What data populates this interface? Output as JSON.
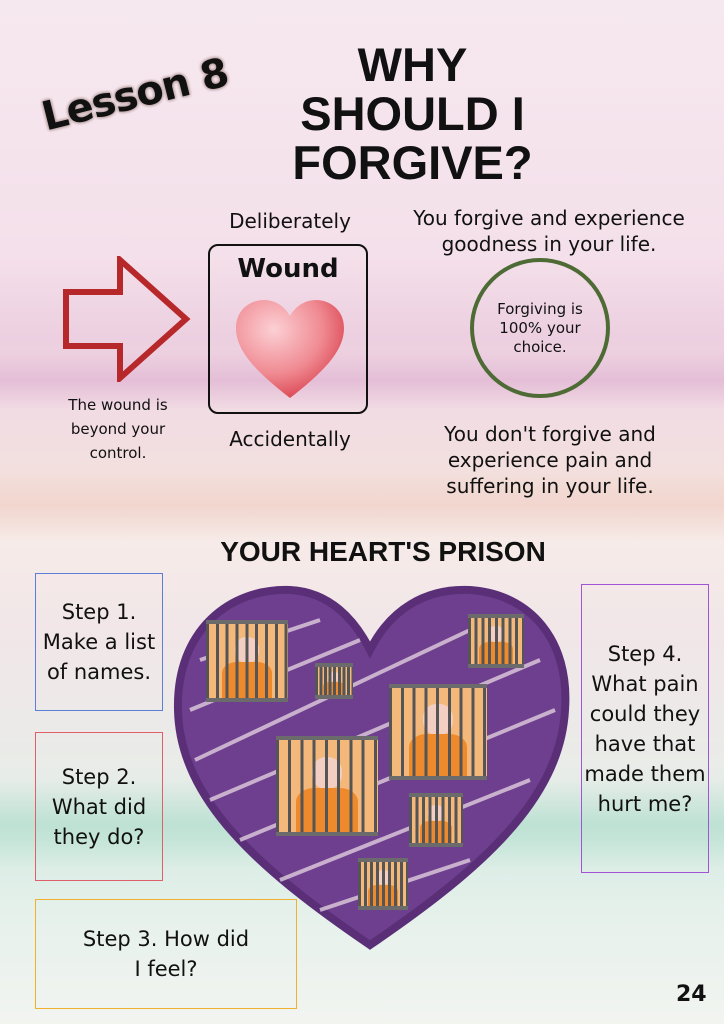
{
  "lesson": "Lesson 8",
  "title": [
    "WHY",
    "SHOULD I",
    "FORGIVE?"
  ],
  "wound": {
    "top_label": "Deliberately",
    "box_label": "Wound",
    "bottom_label": "Accidentally"
  },
  "arrow_caption": "The wound is beyond your control.",
  "outcomes": {
    "forgive": "You forgive and experience goodness in your life.",
    "choice": "Forgiving is 100% your choice.",
    "not_forgive": "You don't forgive and experience pain and suffering in your life."
  },
  "prison_title": "YOUR HEART'S PRISON",
  "steps": [
    {
      "label": "Step 1. Make a list of names.",
      "color": "#5b7fd6"
    },
    {
      "label": "Step 2. What did they do?",
      "color": "#e0606a"
    },
    {
      "label": "Step 3. How did I feel?",
      "color": "#f0b030"
    },
    {
      "label": "Step 4. What pain could they have that made them hurt me?",
      "color": "#a155d6"
    }
  ],
  "colors": {
    "heart": "#6e3f8e",
    "arrow": "#b7282b",
    "circle": "#4e6b35"
  },
  "page_number": "24"
}
